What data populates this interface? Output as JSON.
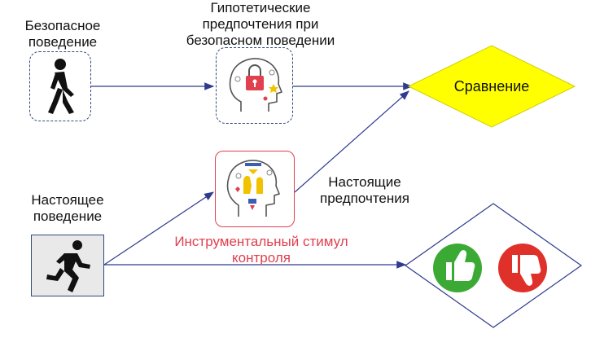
{
  "labels": {
    "safe_behavior": [
      "Безопасное",
      "поведение"
    ],
    "hypothetical_prefs": [
      "Гипотетические",
      "предпочтения при",
      "безопасном поведении"
    ],
    "comparison": "Сравнение",
    "real_behavior": [
      "Настоящее",
      "поведение"
    ],
    "real_prefs": [
      "Настоящие",
      "предпочтения"
    ],
    "instrumental_stimulus": [
      "Инструментальный стимул",
      "контроля"
    ]
  },
  "colors": {
    "arrow": "#2e3b8f",
    "comparison_fill": "#ffff00",
    "accent_red": "#e0404f",
    "thumb_up": "#3aaa35",
    "thumb_down": "#e0302a"
  },
  "icons": {
    "safe_person": "walking-person-icon",
    "real_person": "running-person-icon",
    "hypothetical_head": "head-lock-icon",
    "instrumental_head": "head-hands-icon",
    "like": "thumbs-up-icon",
    "dislike": "thumbs-down-icon"
  }
}
